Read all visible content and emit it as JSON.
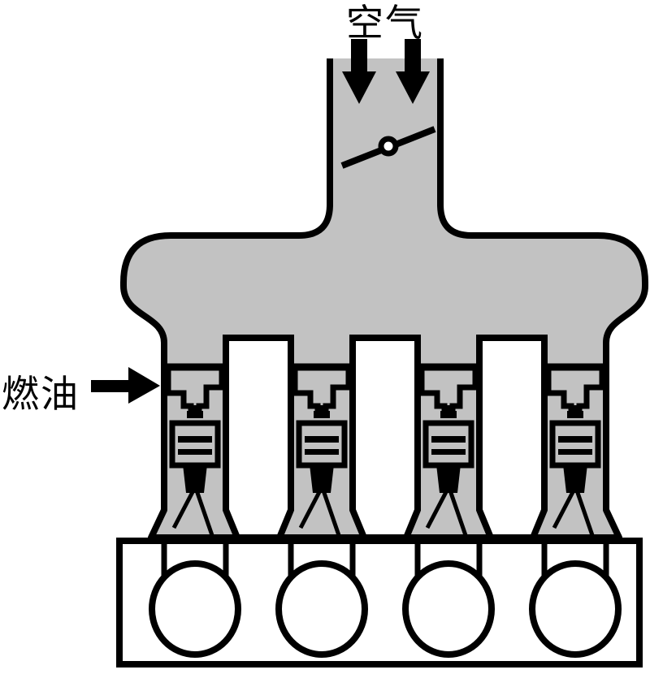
{
  "diagram": {
    "type": "engine-intake-and-fuel-injection-schematic",
    "labels": {
      "air": "空气",
      "fuel": "燃油"
    },
    "colors": {
      "manifold_gray": "#c2c2c2",
      "outline_black": "#000000",
      "cavity_white": "#ffffff"
    },
    "counts": {
      "air_arrows": 2,
      "intake_runners": 4,
      "fuel_injectors": 4,
      "cylinders": 4
    }
  }
}
